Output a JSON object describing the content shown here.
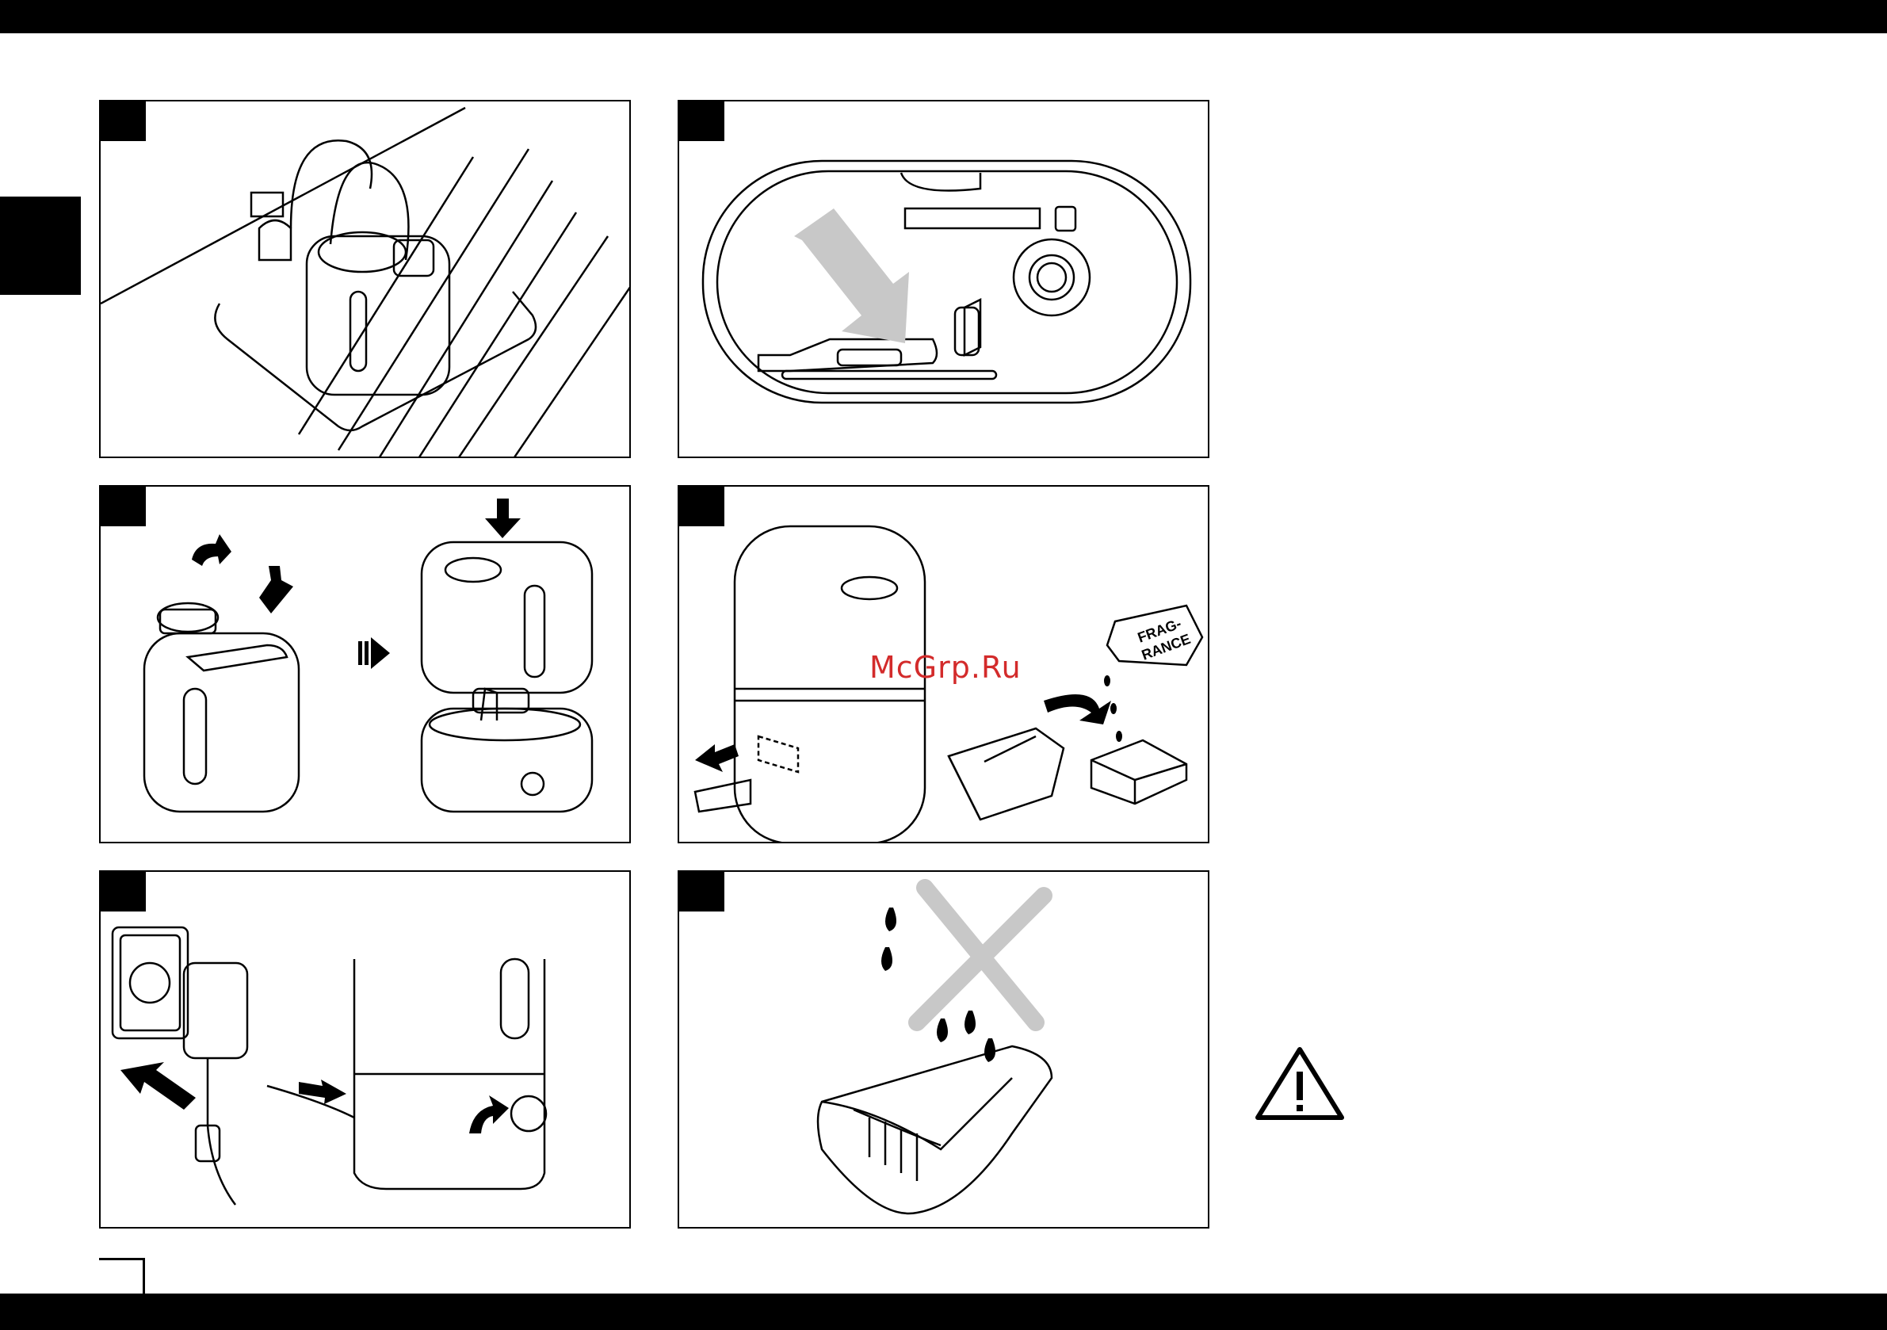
{
  "watermark": {
    "text": "McGrp.Ru",
    "color": "#d32b2b"
  },
  "fragrance_label": {
    "line1": "FRAG-",
    "line2": "RANCE"
  },
  "panels": [
    {
      "id": "fill-tank-at-sink"
    },
    {
      "id": "tank-underside-filter"
    },
    {
      "id": "remove-cap-and-mount-tank"
    },
    {
      "id": "add-fragrance-to-tray"
    },
    {
      "id": "connect-power-adapter"
    },
    {
      "id": "do-not-put-water-in-tray"
    }
  ],
  "icons": [
    "warning-triangle-icon",
    "arrow-icon",
    "cross-mark-icon",
    "water-drop-icon"
  ]
}
